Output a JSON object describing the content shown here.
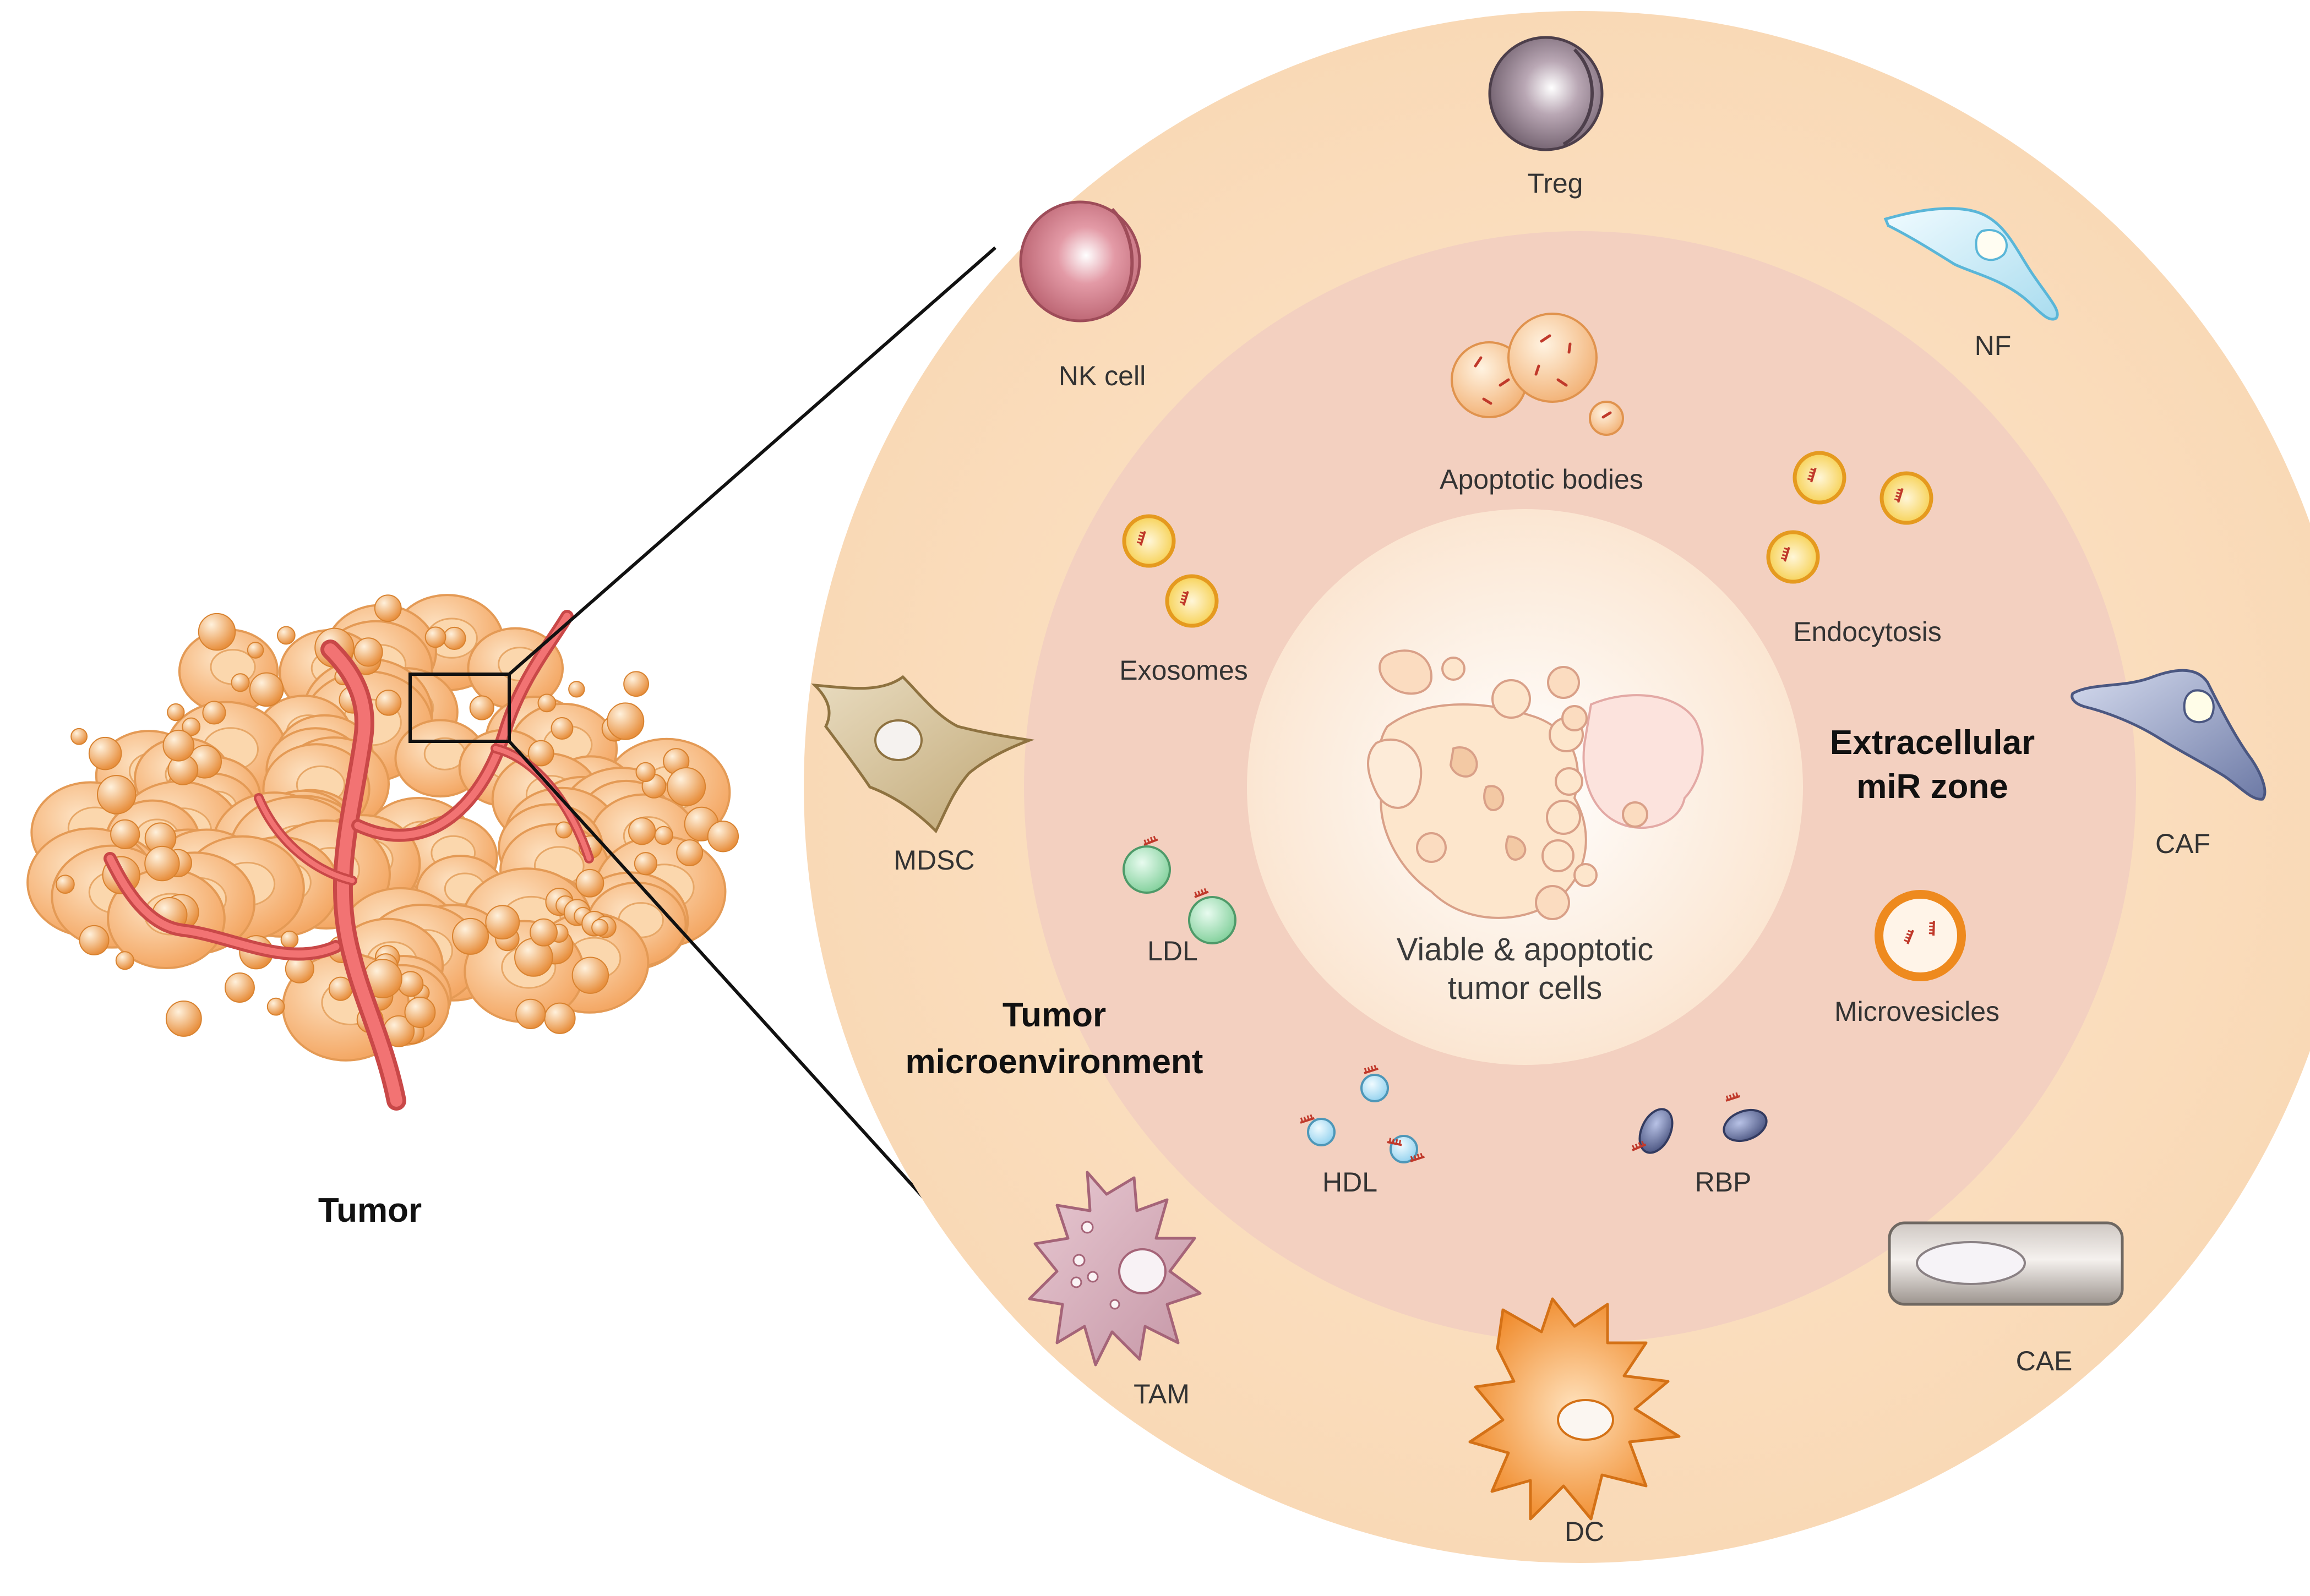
{
  "tumor": {
    "label": "Tumor"
  },
  "zones": {
    "microenvironment_line1": "Tumor",
    "microenvironment_line2": "microenvironment",
    "extracellular_line1": "Extracellular",
    "extracellular_line2": "miR zone",
    "center_line1": "Viable & apoptotic",
    "center_line2": "tumor cells"
  },
  "cells": {
    "treg": "Treg",
    "nk_cell": "NK cell",
    "nf": "NF",
    "mdsc": "MDSC",
    "caf": "CAF",
    "tam": "TAM",
    "dc": "DC",
    "cae": "CAE"
  },
  "vesicles": {
    "apoptotic_bodies": "Apoptotic bodies",
    "endocytosis": "Endocytosis",
    "exosomes": "Exosomes",
    "ldl": "LDL",
    "microvesicles": "Microvesicles",
    "hdl": "HDL",
    "rbp": "RBP"
  },
  "colors": {
    "outer_ring": "#fbe0c2",
    "middle_ring": "#f4d2c0",
    "center": "#fff4e6",
    "tumor_cell": "#f7be85",
    "vessel": "#ee5a5a",
    "ldl": "#9fdcb2",
    "hdl": "#a9dcf2",
    "rbp": "#5d6893"
  }
}
